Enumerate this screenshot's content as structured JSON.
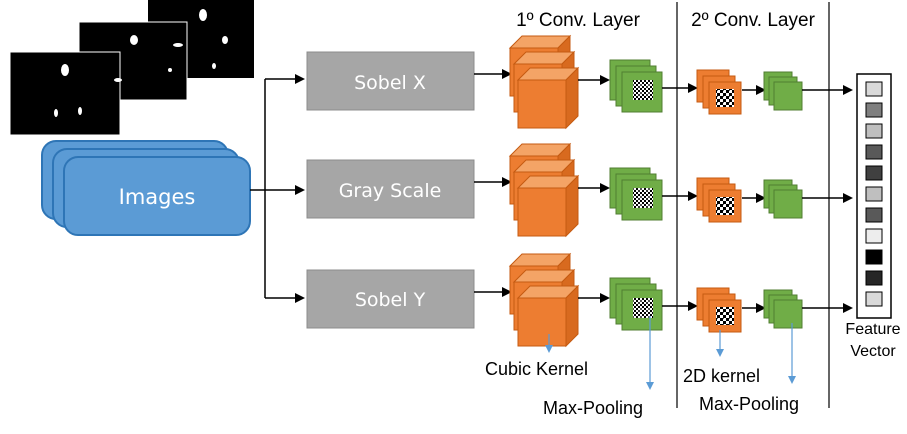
{
  "input": {
    "label": "Images"
  },
  "filters": [
    {
      "key": "sobel_x",
      "label": "Sobel X"
    },
    {
      "key": "gray_scale",
      "label": "Gray Scale"
    },
    {
      "key": "sobel_y",
      "label": "Sobel Y"
    }
  ],
  "headers": {
    "conv1": "1º Conv. Layer",
    "conv2": "2º Conv. Layer"
  },
  "annotations": {
    "cubic_kernel": "Cubic Kernel",
    "max_pooling_1": "Max-Pooling",
    "kernel_2d": "2D kernel",
    "max_pooling_2": "Max-Pooling"
  },
  "output": {
    "label_line1": "Feature",
    "label_line2": "Vector"
  },
  "colors": {
    "images_fill": "#5b9bd5",
    "images_border": "#2e75b6",
    "filter_fill": "#a6a6a6",
    "conv_fill": "#ed7d31",
    "conv_border": "#c55a11",
    "pool_fill": "#70ad47",
    "pool_border": "#507e32",
    "annotation_arrow": "#5b9bd5"
  },
  "feature_vector_shades": [
    "#d9d9d9",
    "#7f7f7f",
    "#bfbfbf",
    "#595959",
    "#404040",
    "#bfbfbf",
    "#595959",
    "#ededed",
    "#000000",
    "#262626",
    "#d9d9d9"
  ]
}
